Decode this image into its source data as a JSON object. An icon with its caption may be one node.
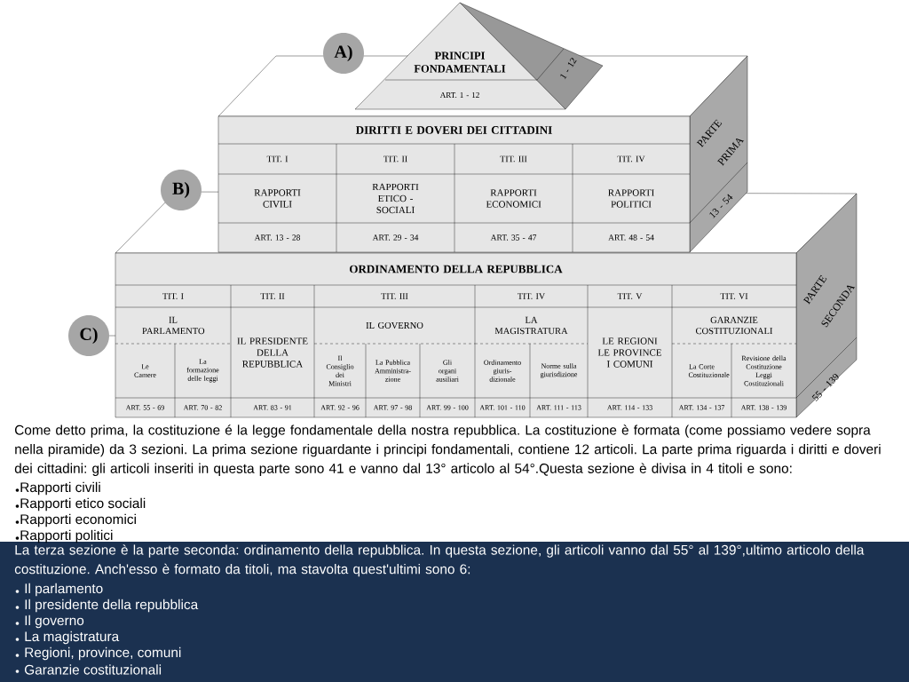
{
  "diagram": {
    "nodes": [
      {
        "text": [
          "A)"
        ]
      },
      {
        "text": [
          "PRINCIPI FONDAMENTALI"
        ]
      },
      {
        "text": [
          "ART. 1 - 12"
        ]
      },
      {
        "text": [
          "1 - 12"
        ]
      },
      {
        "text": [
          "B)"
        ]
      },
      {
        "text": [
          "DIRITTI E DOVERI DEI CITTADINI"
        ]
      },
      {
        "text": [
          "TIT. I"
        ]
      },
      {
        "text": [
          "TIT. II"
        ]
      },
      {
        "text": [
          "TIT. III"
        ]
      },
      {
        "text": [
          "TIT. IV"
        ]
      },
      {
        "text": [
          "RAPPORTI CIVILI"
        ]
      },
      {
        "text": [
          "RAPPORTI ETICO - SOCIALI"
        ]
      },
      {
        "text": [
          "RAPPORTI ECONOMICI"
        ]
      },
      {
        "text": [
          "RAPPORTI POLITICI"
        ]
      },
      {
        "text": [
          "ART. 13 - 28"
        ]
      },
      {
        "text": [
          "ART. 29 - 34"
        ]
      },
      {
        "text": [
          "ART. 35 - 47"
        ]
      },
      {
        "text": [
          "ART. 48 - 54"
        ]
      },
      {
        "text": [
          "PARTE PRIMA"
        ]
      },
      {
        "text": [
          "13 - 54"
        ]
      },
      {
        "text": [
          "C)"
        ]
      },
      {
        "text": [
          "ORDINAMENTO DELLA REPUBBLICA"
        ]
      },
      {
        "text": [
          "TIT. I"
        ]
      },
      {
        "text": [
          "TIT. II"
        ]
      },
      {
        "text": [
          "TIT. III"
        ]
      },
      {
        "text": [
          "TIT. IV"
        ]
      },
      {
        "text": [
          "TIT. V"
        ]
      },
      {
        "text": [
          "TIT. VI"
        ]
      },
      {
        "text": [
          "IL PARLAMENTO"
        ]
      },
      {
        "text": [
          "Le Camere"
        ]
      },
      {
        "text": [
          "La formazione delle leggi"
        ]
      },
      {
        "text": [
          "IL PRESIDENTE DELLA REPUBBLICA"
        ]
      },
      {
        "text": [
          "IL GOVERNO"
        ]
      },
      {
        "text": [
          "Il Consiglio dei Ministri"
        ]
      },
      {
        "text": [
          "La Pubblica Amministra-zione"
        ]
      },
      {
        "text": [
          "Gli organi ausiliari"
        ]
      },
      {
        "text": [
          "LA MAGISTRATURA"
        ]
      },
      {
        "text": [
          "Ordinamento giuris-dizionale"
        ]
      },
      {
        "text": [
          "Norme sulla giurisdizione"
        ]
      },
      {
        "text": [
          "LE REGIONI LE PROVINCE I COMUNI"
        ]
      },
      {
        "text": [
          "GARANZIE COSTITUZIONALI"
        ]
      },
      {
        "text": [
          "La Corte Costituzionale"
        ]
      },
      {
        "text": [
          "Revisione della Costituzione Leggi Costituzionali"
        ]
      },
      {
        "text": [
          "ART. 55 - 69"
        ]
      },
      {
        "text": [
          "ART. 70 - 82"
        ]
      },
      {
        "text": [
          "ART. 83 - 91"
        ]
      },
      {
        "text": [
          "ART. 92 - 96"
        ]
      },
      {
        "text": [
          "ART. 97 - 98"
        ]
      },
      {
        "text": [
          "ART. 99 - 100"
        ]
      },
      {
        "text": [
          "ART. 101 - 110"
        ]
      },
      {
        "text": [
          "ART. 111 - 113"
        ]
      },
      {
        "text": [
          "ART. 114 - 133"
        ]
      },
      {
        "text": [
          "ART. 134 - 137"
        ]
      },
      {
        "text": [
          "ART. 138 - 139"
        ]
      },
      {
        "text": [
          "PARTE SECONDA"
        ]
      },
      {
        "text": [
          "55 - 139"
        ]
      }
    ],
    "labels": [
      "Come detto prima, la costituzione é la legge fondamentale della nostra repubblica. La costituzione è formata (come possiamo vedere sopra nella piramide) da 3 sezioni. La prima sezione riguardante i principi fondamentali, contiene 12 articoli. La parte prima riguarda i diritti e doveri dei cittadini: gli articoli inseriti in questa parte sono 41 e vanno dal 13° articolo al 54°.Questa sezione è divisa in 4 titoli e sono:",
      "Rapporti civili",
      "Rapporti etico sociali",
      "Rapporti economici",
      "Rapporti politici",
      "La terza sezione è la parte seconda: ordinamento della repubblica. In questa sezione, gli articoli vanno dal 55° al 139°,ultimo articolo della costituzione. Anch'esso è formato da titoli, ma stavolta quest'ultimi sono 6:",
      "Il parlamento",
      "Il presidente della repubblica",
      "Il governo",
      "La magistratura",
      "Regioni, province, comuni",
      "Garanzie costituzionali"
    ]
  }
}
